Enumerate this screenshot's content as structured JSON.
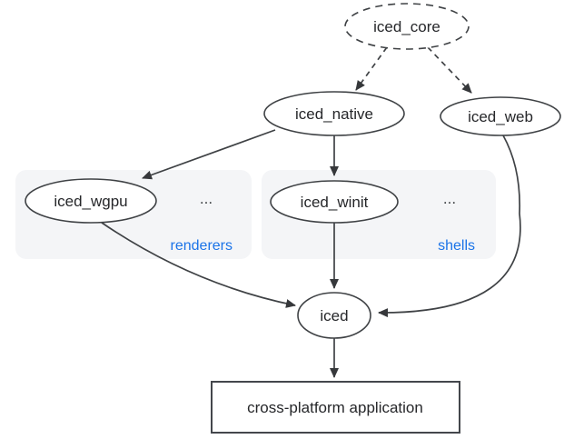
{
  "diagram": {
    "nodes": {
      "core": {
        "label": "iced_core",
        "shape": "ellipse",
        "border": "dashed"
      },
      "native": {
        "label": "iced_native",
        "shape": "ellipse",
        "border": "solid"
      },
      "web": {
        "label": "iced_web",
        "shape": "ellipse",
        "border": "solid"
      },
      "wgpu": {
        "label": "iced_wgpu",
        "shape": "ellipse",
        "border": "solid",
        "group": "renderers"
      },
      "winit": {
        "label": "iced_winit",
        "shape": "ellipse",
        "border": "solid",
        "group": "shells"
      },
      "iced": {
        "label": "iced",
        "shape": "ellipse",
        "border": "solid"
      },
      "app": {
        "label": "cross-platform application",
        "shape": "rect",
        "border": "solid"
      }
    },
    "groups": {
      "renderers": {
        "label": "renderers",
        "more": "..."
      },
      "shells": {
        "label": "shells",
        "more": "..."
      }
    },
    "edges": [
      {
        "from": "iced_core",
        "to": "iced_native",
        "style": "dashed"
      },
      {
        "from": "iced_core",
        "to": "iced_web",
        "style": "dashed"
      },
      {
        "from": "iced_native",
        "to": "iced_wgpu",
        "style": "solid"
      },
      {
        "from": "iced_native",
        "to": "iced_winit",
        "style": "solid"
      },
      {
        "from": "iced_wgpu",
        "to": "iced",
        "style": "solid"
      },
      {
        "from": "iced_winit",
        "to": "iced",
        "style": "solid"
      },
      {
        "from": "iced_web",
        "to": "iced",
        "style": "solid"
      },
      {
        "from": "iced",
        "to": "cross-platform application",
        "style": "solid"
      }
    ],
    "colors": {
      "background": "#ffffff",
      "node_fill": "#ffffff",
      "stroke": "#3f4245",
      "text": "#26272a",
      "group_fill": "#f4f5f7",
      "group_label_blue": "#1a73e8"
    }
  }
}
